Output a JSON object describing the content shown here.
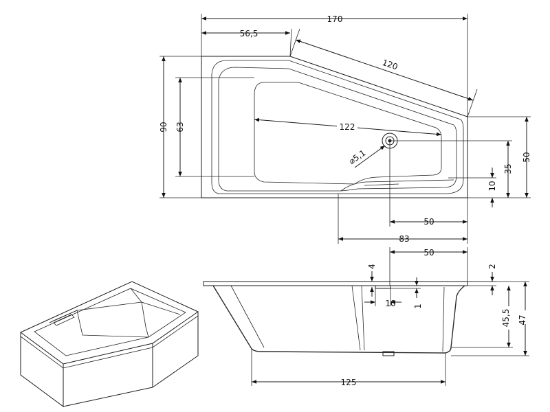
{
  "top_view": {
    "width": "170",
    "left_straight": "56,5",
    "slant": "120",
    "height_total": "90",
    "height_inner": "63",
    "inner_length": "122",
    "drain_diameter": "⌀5,1",
    "right_height": "50",
    "drain_from_front": "35",
    "step_height": "10",
    "drain_from_right": "50",
    "front_length": "83"
  },
  "side_view": {
    "drain_offset": "50",
    "rim_thickness_a": "4",
    "rim_thickness_b": "2",
    "overflow_width": "10",
    "overflow_gap": "1",
    "inner_depth": "45,5",
    "total_depth": "47",
    "bottom_length": "125"
  }
}
